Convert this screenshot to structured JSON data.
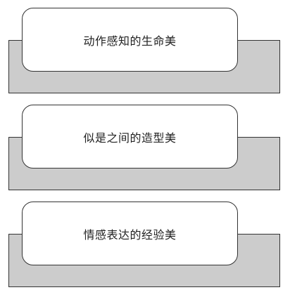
{
  "diagram": {
    "items": [
      {
        "label": "动作感知的生命美"
      },
      {
        "label": "似是之间的造型美"
      },
      {
        "label": "情感表达的经验美"
      }
    ]
  }
}
